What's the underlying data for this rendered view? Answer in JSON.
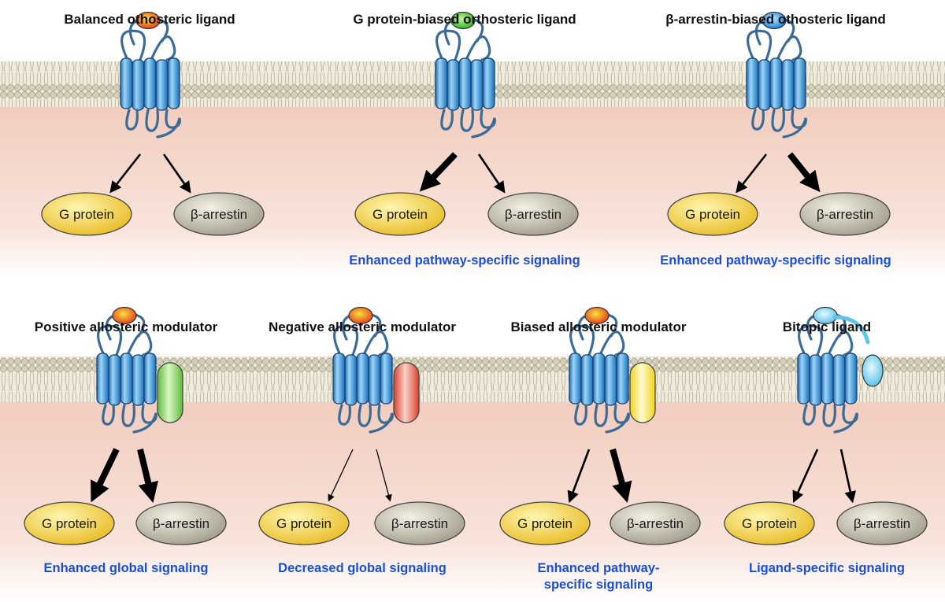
{
  "panels": [
    {
      "id": "balanced",
      "title": "Balanced othosteric ligand",
      "ligand_colors": [
        "#f7e23a",
        "#e8401c"
      ],
      "modulator": null,
      "bitopic": false,
      "arrows": {
        "g_protein": "normal",
        "beta_arrestin": "normal"
      },
      "caption": []
    },
    {
      "id": "g-biased",
      "title": "G protein-biased orthosteric ligand",
      "ligand_colors": [
        "#c8f29a",
        "#2db52a"
      ],
      "modulator": null,
      "bitopic": false,
      "arrows": {
        "g_protein": "bold",
        "beta_arrestin": "normal"
      },
      "caption": [
        "Enhanced pathway-specific signaling"
      ]
    },
    {
      "id": "arrestin-biased",
      "title": "β-arrestin-biased othosteric ligand",
      "ligand_colors": [
        "#b6e6ff",
        "#1f7fd6"
      ],
      "modulator": null,
      "bitopic": false,
      "arrows": {
        "g_protein": "normal",
        "beta_arrestin": "bold"
      },
      "caption": [
        "Enhanced pathway-specific signaling"
      ]
    },
    {
      "id": "pam",
      "title": "Positive allosteric modulator",
      "ligand_colors": [
        "#f7e23a",
        "#e8401c"
      ],
      "modulator": {
        "colors": [
          "#d9f7c4",
          "#5dbb3a"
        ]
      },
      "bitopic": false,
      "arrows": {
        "g_protein": "bold",
        "beta_arrestin": "bold"
      },
      "caption": [
        "Enhanced global signaling"
      ]
    },
    {
      "id": "nam",
      "title": "Negative allosteric modulator",
      "ligand_colors": [
        "#f7e23a",
        "#e8401c"
      ],
      "modulator": {
        "colors": [
          "#fbd1c8",
          "#d9402c"
        ]
      },
      "bitopic": false,
      "arrows": {
        "g_protein": "thin",
        "beta_arrestin": "thin"
      },
      "caption": [
        "Decreased global signaling"
      ]
    },
    {
      "id": "bam",
      "title": "Biased allosteric modulator",
      "ligand_colors": [
        "#f7e23a",
        "#e8401c"
      ],
      "modulator": {
        "colors": [
          "#fffbd0",
          "#f2d21a"
        ]
      },
      "bitopic": false,
      "arrows": {
        "g_protein": "normal",
        "beta_arrestin": "bold"
      },
      "caption": [
        "Enhanced pathway-",
        "specific signaling"
      ]
    },
    {
      "id": "bitopic",
      "title": "Bitopic ligand",
      "ligand_colors": [
        "#e6f8ff",
        "#5ec4ea"
      ],
      "modulator": null,
      "bitopic": true,
      "arrows": {
        "g_protein": "normal",
        "beta_arrestin": "normal"
      },
      "caption": [
        "Ligand-specific signaling"
      ]
    }
  ],
  "labels": {
    "g_protein": "G protein",
    "beta_arrestin": "β-arrestin"
  },
  "colors": {
    "helix_light": "#9fd3f4",
    "helix_dark": "#1d6db8",
    "loop": "#3c6c96",
    "g_protein_light": "#fff6b0",
    "g_protein_dark": "#e6b81c",
    "arrestin_light": "#f4f1e4",
    "arrestin_dark": "#9b9685",
    "membrane": "#d7d2be",
    "cytosol": "#f4d7cd",
    "caption": "#1a4fd8"
  }
}
